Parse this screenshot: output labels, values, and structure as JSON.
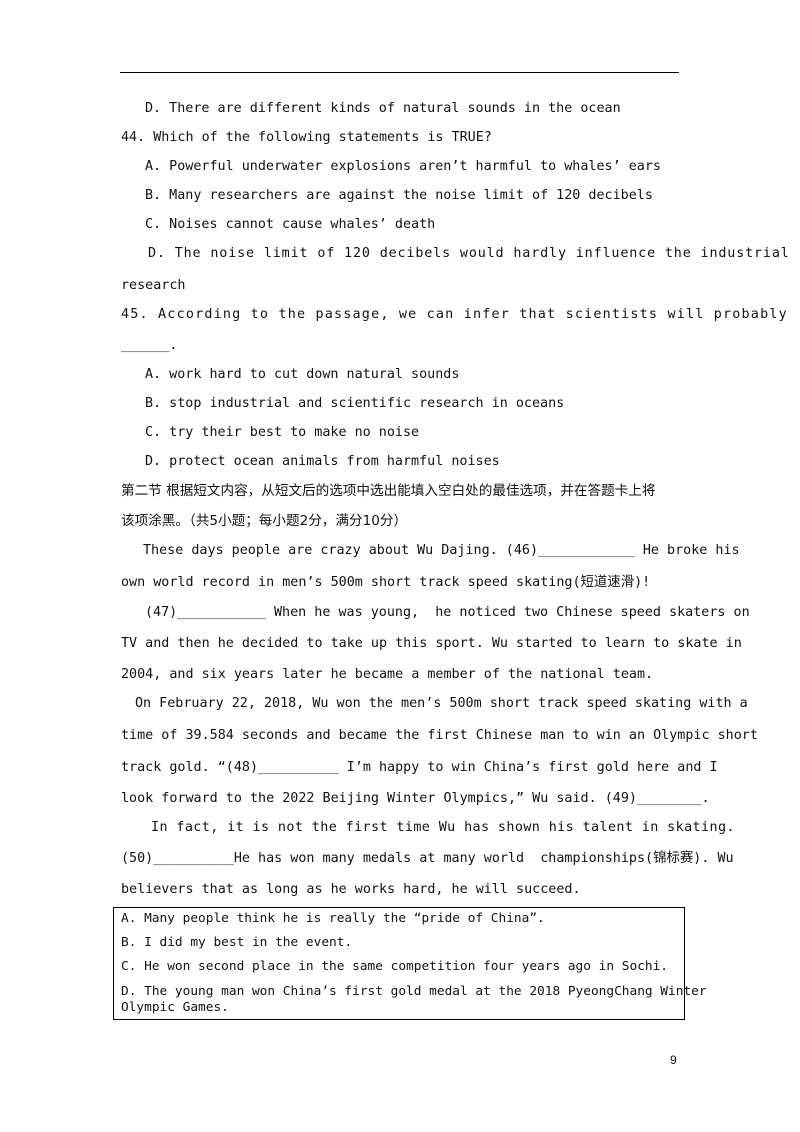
{
  "q43": {
    "d": "D. There are different kinds of natural sounds in the ocean"
  },
  "q44": {
    "stem": "44. Which of the following statements is TRUE?",
    "a": "A. Powerful underwater explosions aren’t harmful to whales’ ears",
    "b": "B. Many researchers are against the noise limit of 120 decibels",
    "c": "C. Noises cannot cause whales’ death",
    "d1": "D. The noise limit of 120 decibels would hardly influence the industrial",
    "d2": "research"
  },
  "q45": {
    "stem1": "45. According to the passage, we can infer that scientists will probably",
    "stem2": "______.",
    "a": "A. work hard to cut down natural sounds",
    "b": "B. stop industrial and scientific research in oceans",
    "c": "C. try their best to make no noise",
    "d": "D. protect ocean animals from harmful noises"
  },
  "section2": {
    "line1": "第二节 根据短文内容，从短文后的选项中选出能填入空白处的最佳选项，并在答题卡上将",
    "line2": "该项涂黑。（共5小题；每小题2分，满分10分）"
  },
  "passage": {
    "l1": "These days people are crazy about Wu Dajing. (46)____________ He broke his",
    "l2": "own world record in men’s 500m short track speed skating(短道速滑)!",
    "l3": "(47)___________ When he was young,  he noticed two Chinese speed skaters on",
    "l4": "TV and then he decided to take up this sport. Wu started to learn to skate in",
    "l5": "2004, and six years later he became a member of the national team.",
    "l6": "On February 22, 2018, Wu won the men’s 500m short track speed skating with a",
    "l7": "time of 39.584 seconds and became the first Chinese man to win an Olympic short",
    "l8": "track gold. “(48)__________ I’m happy to win China’s first gold here and I",
    "l9": "look forward to the 2022 Beijing Winter Olympics,” Wu said. (49)________.",
    "l10": "In fact, it is not the first time Wu has shown his talent in skating.",
    "l11": "(50)__________He has won many medals at many world  championships(锦标赛). Wu",
    "l12": "believers that as long as he works hard, he will succeed."
  },
  "options": {
    "a": "A. Many people think he is really the “pride of China”.",
    "b": "B. I did my best in the event.",
    "c": "C. He won second place in the same competition four years ago in Sochi.",
    "d1": "D. The young man won China’s first gold medal at the 2018 PyeongChang Winter",
    "d2": "Olympic Games."
  },
  "page_number": "9"
}
